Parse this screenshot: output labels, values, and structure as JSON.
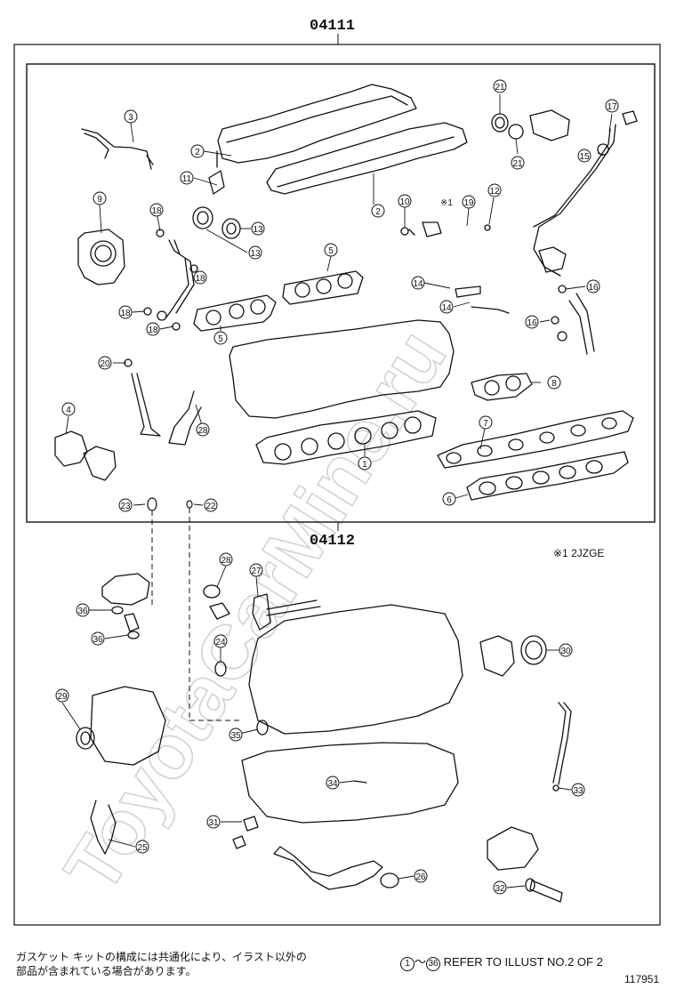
{
  "diagram": {
    "upper_group_code": "04111",
    "lower_group_code": "04112",
    "variant_note": "※1 2JZGE",
    "watermark": "ToyotaCarMine.ru",
    "upper_callouts": [
      {
        "num": "1"
      },
      {
        "num": "2"
      },
      {
        "num": "2"
      },
      {
        "num": "3"
      },
      {
        "num": "4"
      },
      {
        "num": "5"
      },
      {
        "num": "5"
      },
      {
        "num": "6"
      },
      {
        "num": "7"
      },
      {
        "num": "8"
      },
      {
        "num": "9"
      },
      {
        "num": "10"
      },
      {
        "num": "11"
      },
      {
        "num": "12"
      },
      {
        "num": "13"
      },
      {
        "num": "13"
      },
      {
        "num": "14"
      },
      {
        "num": "14"
      },
      {
        "num": "15"
      },
      {
        "num": "16"
      },
      {
        "num": "16"
      },
      {
        "num": "17"
      },
      {
        "num": "18"
      },
      {
        "num": "18"
      },
      {
        "num": "18"
      },
      {
        "num": "18"
      },
      {
        "num": "19",
        "prefix": "※1"
      },
      {
        "num": "20"
      },
      {
        "num": "21"
      },
      {
        "num": "21"
      },
      {
        "num": "22"
      },
      {
        "num": "23"
      },
      {
        "num": "28"
      }
    ],
    "lower_callouts": [
      {
        "num": "24"
      },
      {
        "num": "25"
      },
      {
        "num": "26"
      },
      {
        "num": "27"
      },
      {
        "num": "28"
      },
      {
        "num": "29"
      },
      {
        "num": "30"
      },
      {
        "num": "31"
      },
      {
        "num": "32"
      },
      {
        "num": "33"
      },
      {
        "num": "34"
      },
      {
        "num": "35"
      },
      {
        "num": "36"
      },
      {
        "num": "36"
      }
    ]
  },
  "footer": {
    "jp_line1": "ガスケット キットの構成には共通化により、イラスト以外の",
    "jp_line2": "部品が含まれている場合があります。",
    "ref_from": "1",
    "ref_tilde": "～",
    "ref_to": "36",
    "ref_text": "REFER TO ILLUST NO.2 OF 2",
    "illustration_number": "117951"
  }
}
